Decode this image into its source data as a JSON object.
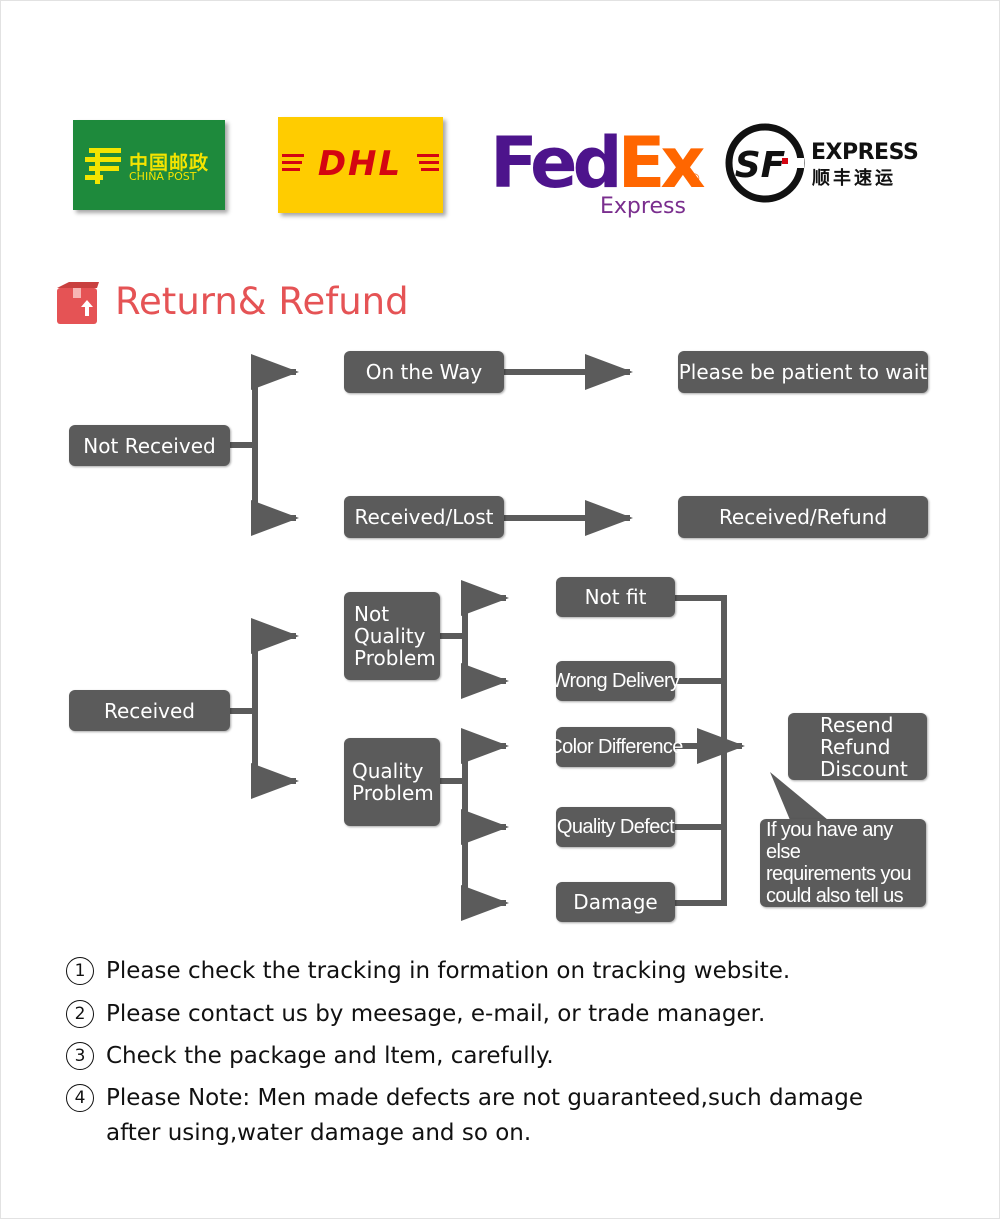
{
  "logos": {
    "china_post": {
      "zh": "中国邮政",
      "en": "CHINA POST",
      "colors": {
        "bg": "#1e8a3c",
        "fg": "#f4e400"
      }
    },
    "dhl": {
      "text": "DHL",
      "colors": {
        "bg": "#ffcc00",
        "fg": "#d40511"
      }
    },
    "fedex": {
      "fed": "Fed",
      "ex": "Ex",
      "reg": "®",
      "sub": "Express",
      "colors": {
        "purple": "#4d148c",
        "orange": "#ff6600"
      }
    },
    "sf": {
      "emblem": "SF",
      "en": "EXPRESS",
      "zh": "顺丰速运"
    }
  },
  "section": {
    "title": "Return& Refund",
    "icon": "package-return-icon",
    "color": "#e55355"
  },
  "flow": {
    "not_received": {
      "root": "Not Received",
      "on_the_way": "On the Way",
      "wait": "Please be patient to wait",
      "received_lost": "Received/Lost",
      "refund": "Received/Refund"
    },
    "received": {
      "root": "Received",
      "not_quality": "Not\nQuality\nProblem",
      "quality": "Quality\nProblem",
      "not_fit": "Not fit",
      "wrong_delivery": "Wrong Delivery",
      "color_difference": "Color Difference",
      "quality_defect": "Quality Defect",
      "damage": "Damage",
      "outcome": "Resend\nRefund\nDiscount",
      "callout": "If you have any else\nrequirements you\ncould also tell us"
    },
    "colors": {
      "box": "#5b5b5b",
      "arrow": "#5b5b5b"
    }
  },
  "notes": [
    {
      "num": "1",
      "text": "Please check the tracking in formation on tracking website."
    },
    {
      "num": "2",
      "text": "Please contact us by meesage, e-mail, or trade manager."
    },
    {
      "num": "3",
      "text": "Check the package and ltem, carefully."
    },
    {
      "num": "4",
      "text": "Please Note: Men made defects  are not guaranteed,such damage",
      "cont": "after using,water damage and so on."
    }
  ]
}
